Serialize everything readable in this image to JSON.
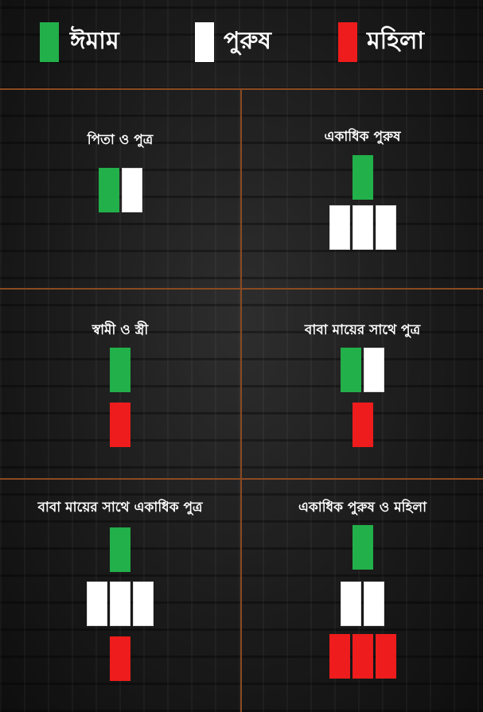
{
  "legend": {
    "items": [
      {
        "label": "ঈমাম",
        "color": "#22b04a"
      },
      {
        "label": "পুরুষ",
        "color": "#ffffff"
      },
      {
        "label": "মহিলা",
        "color": "#ee1c1c"
      }
    ]
  },
  "cells": [
    {
      "title": "পিতা ও পুত্র",
      "rows": [
        [
          "imam",
          "man"
        ]
      ]
    },
    {
      "title": "একাধিক পুরুষ",
      "rows": [
        [
          "imam"
        ],
        [
          "man",
          "man",
          "man"
        ]
      ]
    },
    {
      "title": "স্বামী ও স্ত্রী",
      "rows": [
        [
          "imam"
        ],
        [
          "woman"
        ]
      ]
    },
    {
      "title": "বাবা মায়ের সাথে পুত্র",
      "rows": [
        [
          "imam",
          "man"
        ],
        [
          "woman"
        ]
      ]
    },
    {
      "title": "বাবা মায়ের সাথে একাধিক পুত্র",
      "rows": [
        [
          "imam"
        ],
        [
          "man",
          "man",
          "man"
        ],
        [
          "woman"
        ]
      ]
    },
    {
      "title": "একাধিক পুরুষ ও মহিলা",
      "rows": [
        [
          "imam"
        ],
        [
          "man",
          "man"
        ],
        [
          "woman",
          "woman",
          "woman"
        ]
      ]
    }
  ]
}
